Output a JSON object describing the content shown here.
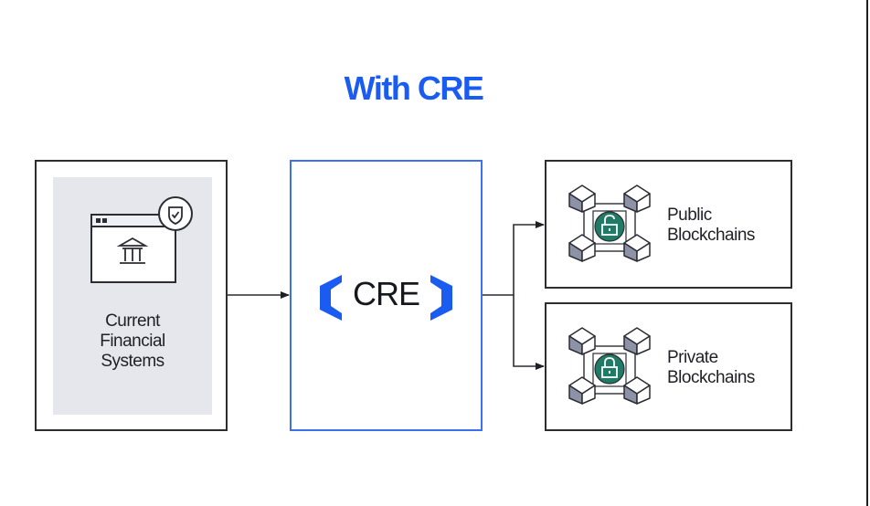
{
  "title": "With CRE",
  "nodes": {
    "source": {
      "label_lines": [
        "Current",
        "Financial",
        "Systems"
      ],
      "icon": "bank-browser-window-with-shield-check-icon"
    },
    "hub": {
      "label": "CRE",
      "icon": "cre-brackets-logo",
      "accent_color": "#1a5cf0"
    },
    "targets": [
      {
        "label_lines": [
          "Public",
          "Blockchains"
        ],
        "icon": "blockchain-network-unlocked-padlock-icon"
      },
      {
        "label_lines": [
          "Private",
          "Blockchains"
        ],
        "icon": "blockchain-network-locked-padlock-icon"
      }
    ]
  },
  "edges": [
    {
      "from": "Current Financial Systems",
      "to": "CRE"
    },
    {
      "from": "CRE",
      "to": "Public Blockchains"
    },
    {
      "from": "CRE",
      "to": "Private Blockchains"
    }
  ],
  "colors": {
    "title": "#1a5cf0",
    "cre_border": "#3b70ee",
    "box_border": "#2b2d33",
    "panel_grey": "#e5e7ec",
    "lock_badge": "#1f7a66",
    "cube_shade": "#8d92a6"
  }
}
